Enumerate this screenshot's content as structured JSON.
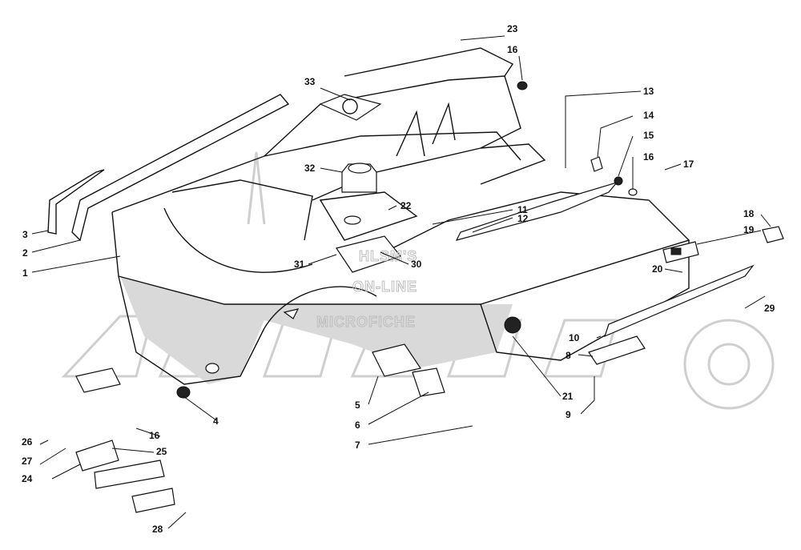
{
  "watermark": {
    "line1": "HLSM'S",
    "line2": "ON-LINE",
    "line3": "MICROFICHE",
    "logo_text": "ArcticCat"
  },
  "callouts": [
    {
      "id": "1",
      "text": "1"
    },
    {
      "id": "2",
      "text": "2"
    },
    {
      "id": "3",
      "text": "3"
    },
    {
      "id": "4",
      "text": "4"
    },
    {
      "id": "5",
      "text": "5"
    },
    {
      "id": "6",
      "text": "6"
    },
    {
      "id": "7",
      "text": "7"
    },
    {
      "id": "8",
      "text": "8"
    },
    {
      "id": "9",
      "text": "9"
    },
    {
      "id": "10",
      "text": "10"
    },
    {
      "id": "11",
      "text": "11"
    },
    {
      "id": "12",
      "text": "12"
    },
    {
      "id": "13",
      "text": "13"
    },
    {
      "id": "14",
      "text": "14"
    },
    {
      "id": "15",
      "text": "15"
    },
    {
      "id": "16a",
      "text": "16"
    },
    {
      "id": "16b",
      "text": "16"
    },
    {
      "id": "16c",
      "text": "16"
    },
    {
      "id": "17",
      "text": "17"
    },
    {
      "id": "18",
      "text": "18"
    },
    {
      "id": "19",
      "text": "19"
    },
    {
      "id": "20",
      "text": "20"
    },
    {
      "id": "21",
      "text": "21"
    },
    {
      "id": "22",
      "text": "22"
    },
    {
      "id": "23",
      "text": "23"
    },
    {
      "id": "24",
      "text": "24"
    },
    {
      "id": "25",
      "text": "25"
    },
    {
      "id": "26",
      "text": "26"
    },
    {
      "id": "27",
      "text": "27"
    },
    {
      "id": "28",
      "text": "28"
    },
    {
      "id": "29",
      "text": "29"
    },
    {
      "id": "30",
      "text": "30"
    },
    {
      "id": "31",
      "text": "31"
    },
    {
      "id": "32",
      "text": "32"
    },
    {
      "id": "33",
      "text": "33"
    }
  ]
}
